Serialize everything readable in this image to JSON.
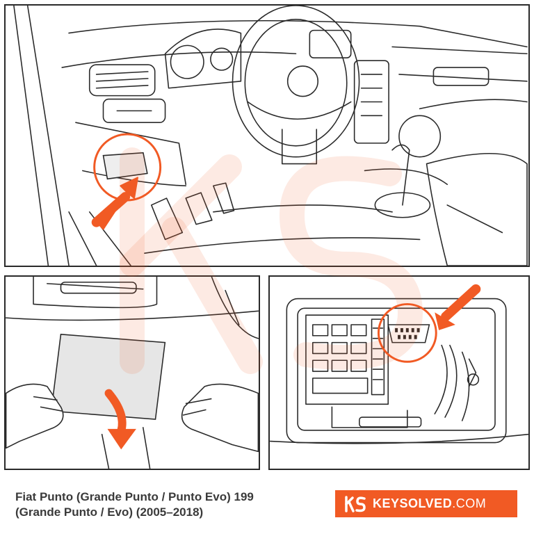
{
  "caption": {
    "line1": "Fiat Punto (Grande Punto / Punto Evo) 199",
    "line2": "(Grande Punto / Evo) (2005–2018)"
  },
  "brand": {
    "name": "KEYSOLVED",
    "tld": ".COM",
    "color": "#f15a24"
  },
  "colors": {
    "accent": "#f15a24",
    "line": "#2a2a2a",
    "watermark": "#fbe3d7"
  },
  "icons": [
    "keysolved-logo-icon",
    "arrow-icon",
    "highlight-circle-icon",
    "obd-port-icon"
  ]
}
